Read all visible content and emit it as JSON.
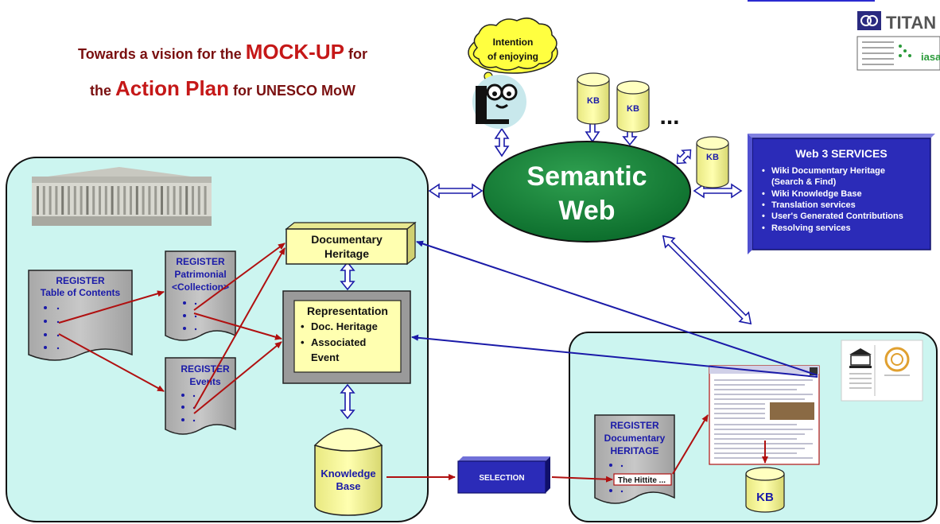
{
  "title": {
    "line1_pre": "Towards a vision  for the ",
    "line1_big": "MOCK-UP",
    "line1_post": " for",
    "line2_pre": "the ",
    "line2_big": "Action Plan",
    "line2_post": " for UNESCO MoW"
  },
  "logos": {
    "titan": "TITAN",
    "iasa": "iasa"
  },
  "user": {
    "bubble_line1": "Intention",
    "bubble_line2": "of enjoying"
  },
  "semantic_web": {
    "line1": "Semantic",
    "line2": "Web"
  },
  "kb_label": "KB",
  "ellipsis": "...",
  "web3": {
    "title": "Web 3 SERVICES",
    "items": [
      "Wiki Documentary Heritage",
      "(Search & Find)",
      "Wiki Knowledge Base",
      "Translation services",
      "User's Generated Contributions",
      "Resolving services"
    ]
  },
  "toc": {
    "line1": "REGISTER",
    "line2": "Table of Contents"
  },
  "patrimonial": {
    "line1": "REGISTER",
    "line2": "Patrimonial",
    "line3": "<Collection>"
  },
  "events_reg": {
    "line1": "REGISTER",
    "line2": "Events"
  },
  "doc_heritage": {
    "line1": "Documentary",
    "line2": "Heritage"
  },
  "representation": {
    "title": "Representation",
    "items": [
      "Doc. Heritage",
      "Associated",
      "Event"
    ]
  },
  "knowledge_base": {
    "line1": "Knowledge",
    "line2": "Base"
  },
  "selection": "SELECTION",
  "doc_register": {
    "line1": "REGISTER",
    "line2": "Documentary",
    "line3": "HERITAGE",
    "item": "The Hittite ..."
  },
  "colors": {
    "panel_fill": "#ccf5f0",
    "navy": "#1a1aa8",
    "register_fill": "#b0b0b0",
    "kb_fill": "#ffffa0",
    "red_arrow": "#b01010",
    "green_oval": "#10803a",
    "blue_box": "#2b2bb8"
  }
}
